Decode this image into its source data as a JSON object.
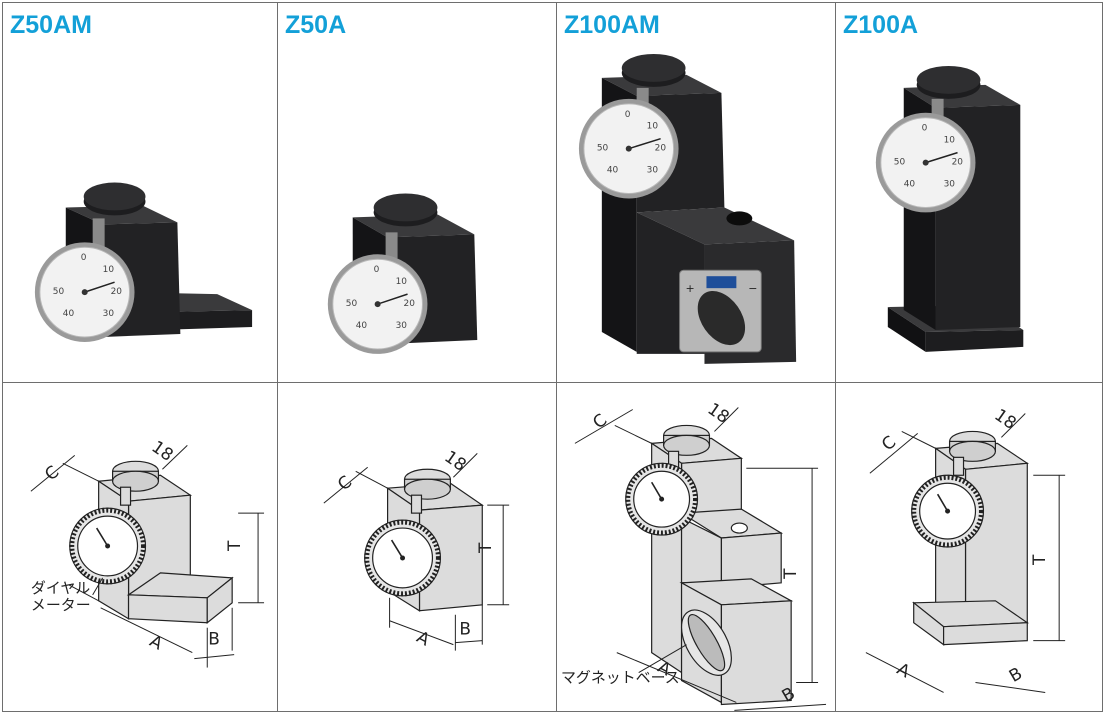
{
  "products": [
    {
      "model": "Z50AM"
    },
    {
      "model": "Z50A"
    },
    {
      "model": "Z100AM"
    },
    {
      "model": "Z100A"
    }
  ],
  "dimensions": {
    "a": "A",
    "b": "B",
    "c": "C",
    "t": "T",
    "tip": "18"
  },
  "callouts": {
    "dial_line1": "ダイヤル",
    "dial_line2": "メーター",
    "magnet_base": "マグネットベース"
  },
  "dial_numbers": [
    "0",
    "10",
    "20",
    "30",
    "40",
    "50"
  ],
  "magnet_marks": {
    "plus": "+",
    "minus": "−"
  },
  "colors": {
    "model_title": "#13a0d8",
    "block": "#1d1d1f",
    "drawing_fill": "#dcdcdc",
    "grid_line": "#6e6e6e"
  }
}
